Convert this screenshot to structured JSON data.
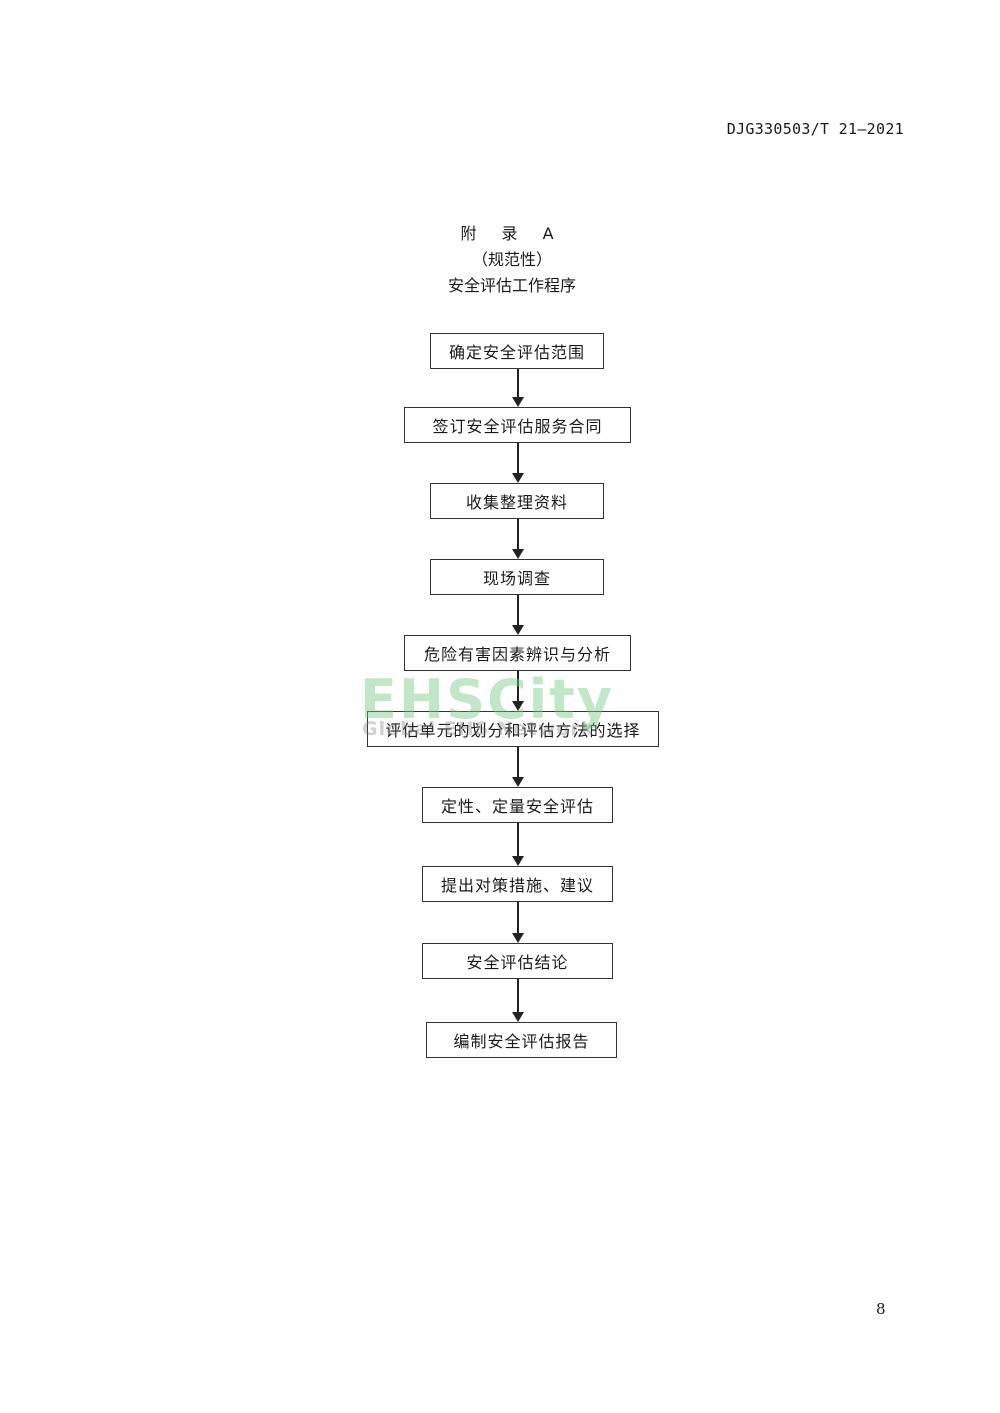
{
  "header": {
    "doc_code": "DJG330503/T 21—2021"
  },
  "appendix": {
    "label": "附 录 A",
    "normativity": "（规范性）",
    "title": "安全评估工作程序"
  },
  "flowchart": {
    "steps": [
      "确定安全评估范围",
      "签订安全评估服务合同",
      "收集整理资料",
      "现场调查",
      "危险有害因素辨识与分析",
      "评估单元的划分和评估方法的选择",
      "定性、定量安全评估",
      "提出对策措施、建议",
      "安全评估结论",
      "编制安全评估报告"
    ]
  },
  "watermark": {
    "main": "EHSCity",
    "sub": "Global EHS Network"
  },
  "footer": {
    "page_number": "8"
  }
}
